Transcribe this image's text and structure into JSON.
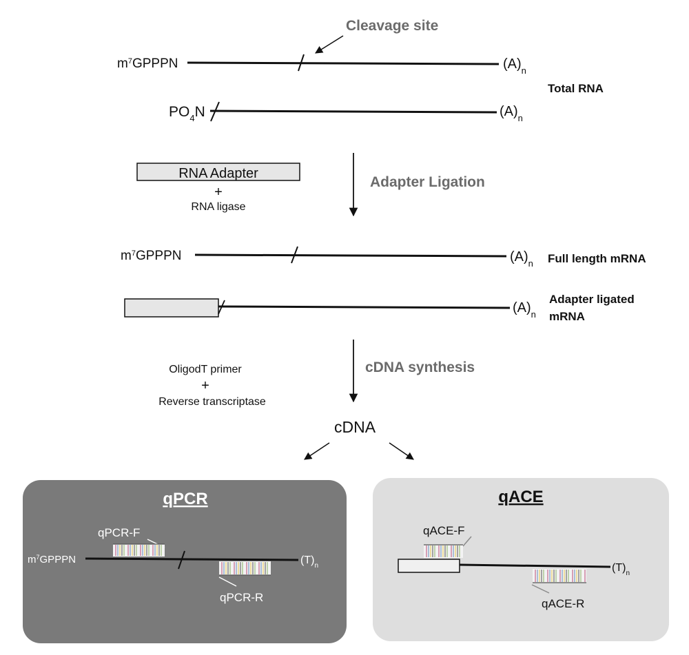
{
  "labels": {
    "cleavage_site": "Cleavage site",
    "total_rna": "Total RNA",
    "adapter_ligation": "Adapter Ligation",
    "rna_adapter": "RNA Adapter",
    "plus": "+",
    "rna_ligase": "RNA ligase",
    "full_length_mrna": "Full length mRNA",
    "adapter_ligated_1": "Adapter ligated",
    "adapter_ligated_2": "mRNA",
    "cdna_synthesis": "cDNA synthesis",
    "oligodt_primer": "OligodT primer",
    "reverse_transcriptase": "Reverse transcriptase",
    "cdna": "cDNA",
    "qpcr": "qPCR",
    "qpcr_f": "qPCR-F",
    "qpcr_r": "qPCR-R",
    "qace": "qACE",
    "qace_f": "qACE-F",
    "qace_r": "qACE-R"
  },
  "cap": {
    "m": "m",
    "sup": "7",
    "rest": "GPPPN"
  },
  "phosphate": {
    "main": "PO",
    "sub": "4",
    "end": "N"
  },
  "polyA": {
    "main": "(A)",
    "sub": "n"
  },
  "polyT": {
    "main": "(T)",
    "sub": "n"
  },
  "colors": {
    "qpcr_panel": "#7a7a7a",
    "qace_panel": "#dedede",
    "adapter_fill": "#e6e6e6",
    "step_label": "#6b6b6b",
    "stripes": [
      "#f2f2f2",
      "#c97a9a",
      "#8aa7c9",
      "#e8d27a",
      "#7f7f7f",
      "#a6c48a"
    ]
  }
}
